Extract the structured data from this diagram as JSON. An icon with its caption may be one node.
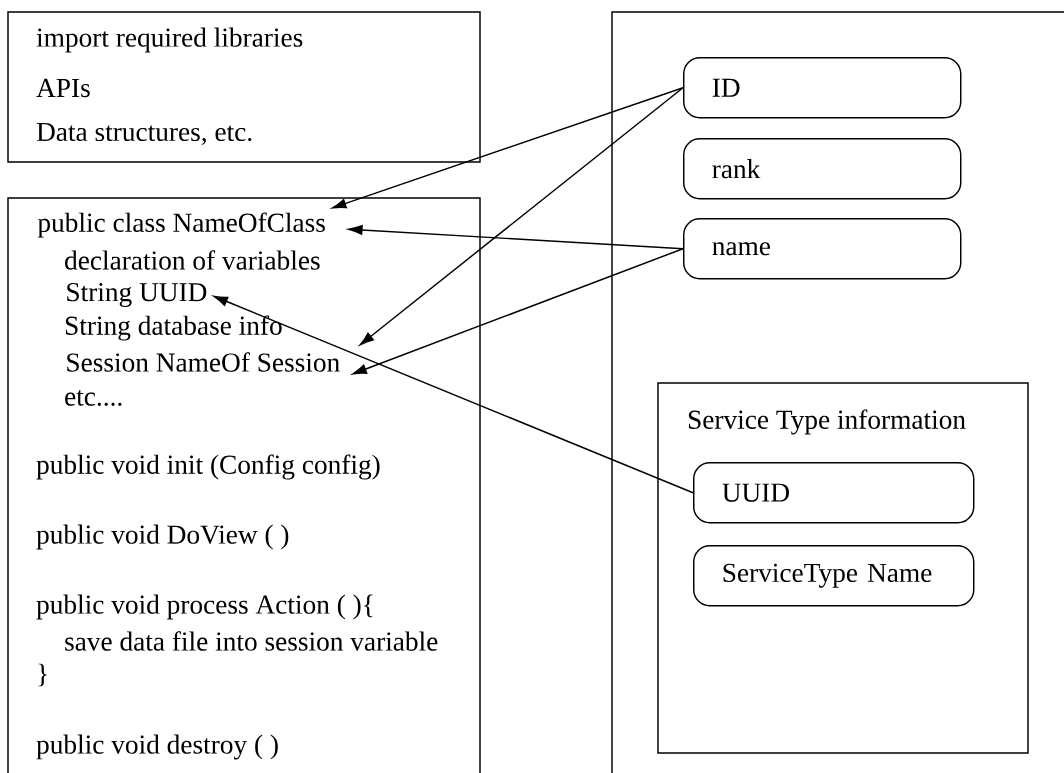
{
  "diagram": {
    "nodes": [
      {
        "text": [
          "import required libraries",
          "APIs",
          "Data structures, etc."
        ]
      },
      {
        "text": [
          "declaration of variables",
          "String database info",
          "etc....",
          "public void init (Config config)",
          "public void DoView ( )",
          "public void process Action ( ){",
          "save data file into session variable",
          "}",
          "public void destroy ( )"
        ]
      },
      {
        "text": [
          "public class NameOfClass"
        ],
        "in": 1
      },
      {
        "text": [
          "String UUID"
        ],
        "in": 1
      },
      {
        "text": [
          "Session NameOf Session"
        ],
        "in": 1
      },
      {
        "text": [],
        "shape": "box"
      },
      {
        "text": [
          "ID"
        ],
        "in": 5
      },
      {
        "text": [
          "rank"
        ],
        "in": 5
      },
      {
        "text": [
          "name"
        ],
        "in": 5
      },
      {
        "text": [
          "Service Type information"
        ],
        "in": 5
      },
      {
        "text": [
          "UUID"
        ],
        "in": 9
      },
      {
        "text": [
          "ServiceType Name"
        ],
        "in": 9
      }
    ],
    "edges": [
      {
        "from": 6,
        "to": 2,
        "arrow": "to"
      },
      {
        "from": 6,
        "to": 4,
        "arrow": "to"
      },
      {
        "from": 8,
        "to": 2,
        "arrow": "to"
      },
      {
        "from": 8,
        "to": 4,
        "arrow": "to"
      },
      {
        "from": 10,
        "to": 3,
        "arrow": "to"
      }
    ]
  }
}
